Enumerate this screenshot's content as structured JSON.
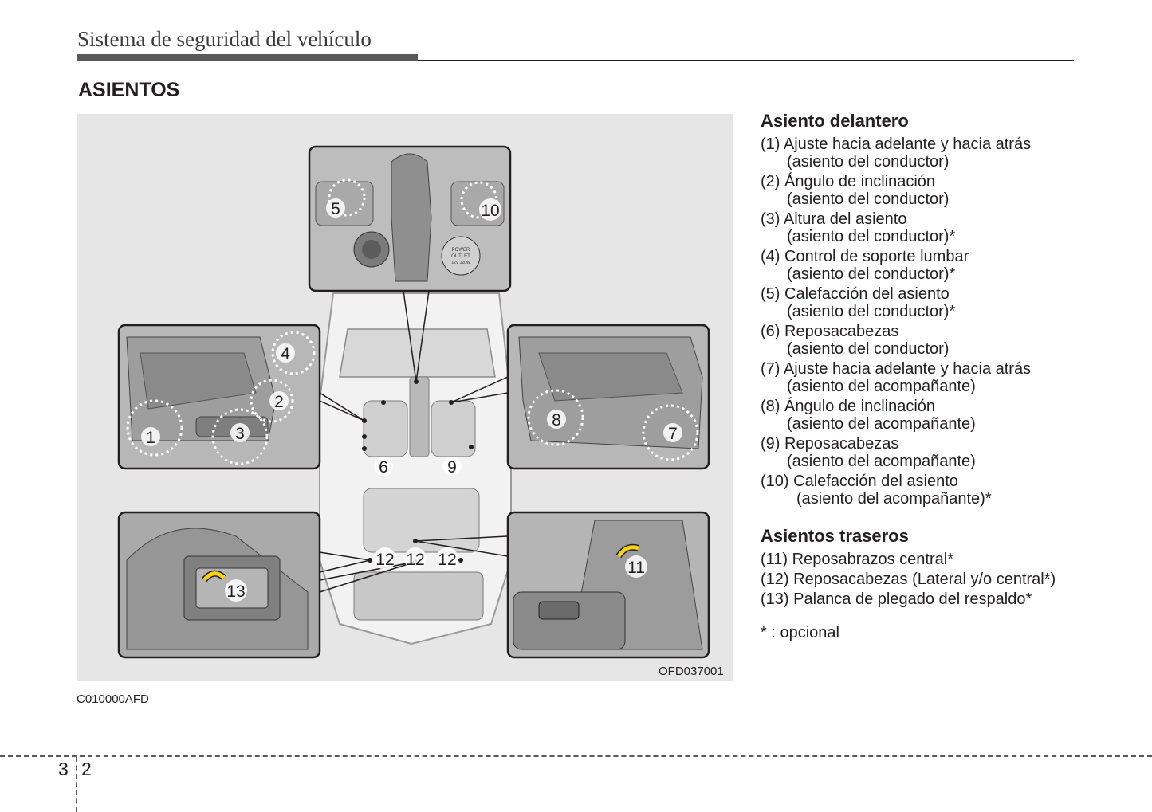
{
  "header": {
    "title": "Sistema de seguridad del vehículo"
  },
  "section": {
    "title": "ASIENTOS"
  },
  "figure": {
    "code": "OFD037001",
    "callouts": [
      "1",
      "2",
      "3",
      "4",
      "5",
      "6",
      "7",
      "8",
      "9",
      "10",
      "11",
      "12",
      "13"
    ],
    "console_label": [
      "POWER",
      "OUTLET",
      "12V 120W"
    ]
  },
  "document_code": "C010000AFD",
  "front": {
    "heading": "Asiento delantero",
    "items": [
      {
        "line1": "(1) Ajuste hacia adelante y hacia atrás",
        "line2": "(asiento del conductor)"
      },
      {
        "line1": "(2) Ángulo de inclinación",
        "line2": "(asiento del conductor)"
      },
      {
        "line1": "(3) Altura del asiento",
        "line2": "(asiento del conductor)*"
      },
      {
        "line1": "(4) Control de soporte lumbar",
        "line2": "(asiento del conductor)*"
      },
      {
        "line1": "(5) Calefacción del asiento",
        "line2": "(asiento del conductor)*"
      },
      {
        "line1": "(6) Reposacabezas",
        "line2": "(asiento del conductor)"
      },
      {
        "line1": "(7) Ajuste hacia adelante y hacia atrás",
        "line2": "(asiento del acompañante)"
      },
      {
        "line1": "(8) Ángulo de inclinación",
        "line2": "(asiento del acompañante)"
      },
      {
        "line1": "(9) Reposacabezas",
        "line2": "(asiento del acompañante)"
      },
      {
        "line1": "(10) Calefacción del asiento",
        "line2": "(asiento del acompañante)*"
      }
    ]
  },
  "rear": {
    "heading": "Asientos traseros",
    "items": [
      "(11) Reposabrazos central*",
      "(12) Reposacabezas (Lateral y/o central*)",
      "(13) Palanca de plegado del respaldo*"
    ]
  },
  "note": "* : opcional",
  "page": {
    "chapter": "3",
    "number": "2"
  }
}
